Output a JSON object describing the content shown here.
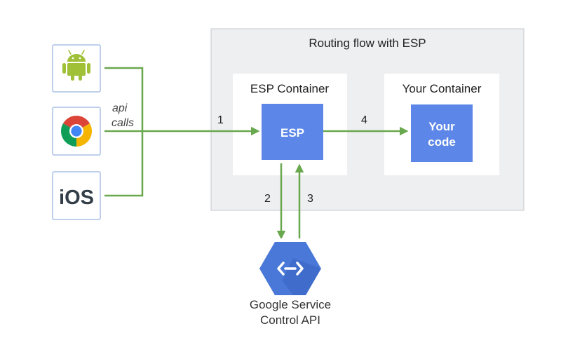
{
  "title": "Routing flow with ESP",
  "clients": [
    {
      "name": "android",
      "icon": "android-robot-icon",
      "color": "#9fc037"
    },
    {
      "name": "chrome",
      "icon": "chrome-logo-icon",
      "colors": [
        "#db4437",
        "#f4b400",
        "#0f9d58",
        "#4285f4"
      ]
    },
    {
      "name": "ios",
      "label": "iOS",
      "color": "#333e48"
    }
  ],
  "api_calls_label_line1": "api",
  "api_calls_label_line2": "calls",
  "esp_container": {
    "title": "ESP Container",
    "box_label": "ESP"
  },
  "your_container": {
    "title": "Your Container",
    "box_label_line1": "Your",
    "box_label_line2": "code"
  },
  "steps": {
    "step1": "1",
    "step2": "2",
    "step3": "3",
    "step4": "4"
  },
  "service_control": {
    "icon": "service-control-api-icon",
    "label_line1": "Google Service",
    "label_line2": "Control API"
  },
  "colors": {
    "arrow": "#6aa84f",
    "box_blue": "#5c86e8",
    "panel_bg": "#eeeff1",
    "panel_border": "#c4c7cb",
    "hex_blue": "#4a78d8"
  }
}
